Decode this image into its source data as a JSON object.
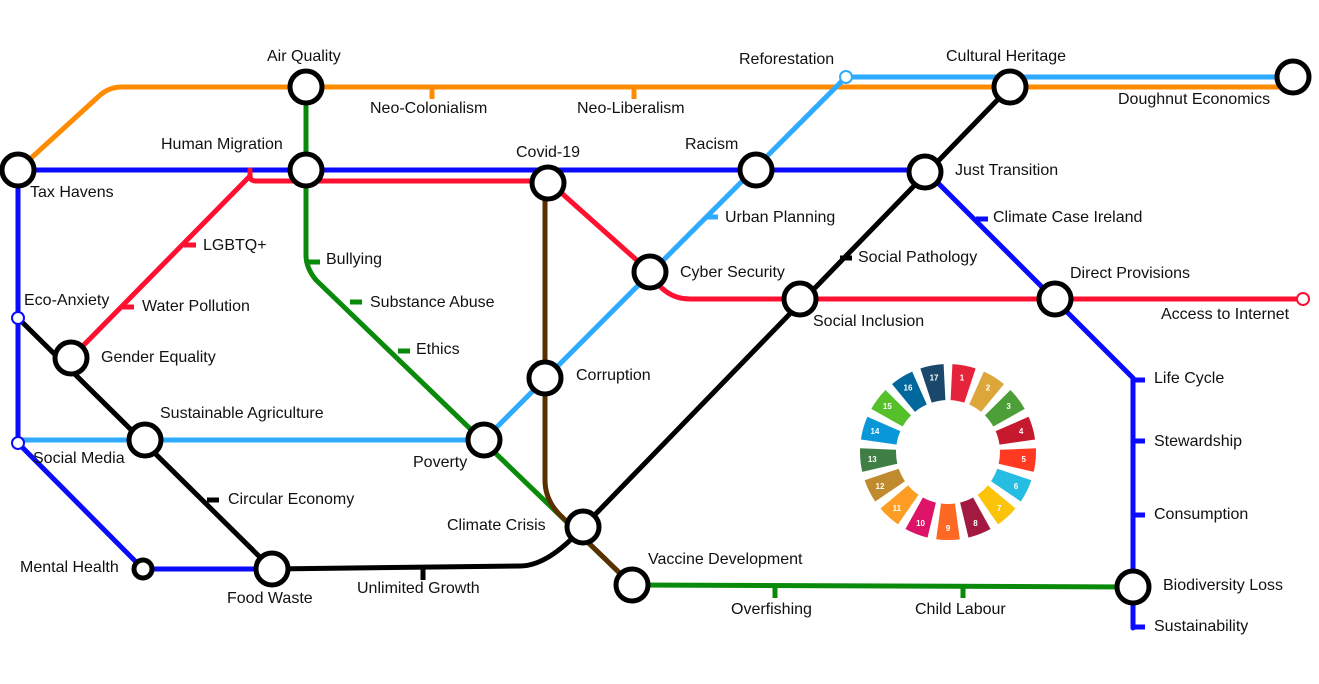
{
  "lines": {
    "orange": "#ff8c00",
    "blue": "#0a0aff",
    "red": "#ff1030",
    "green": "#0a8a0a",
    "black": "#000000",
    "lightblue": "#2eaaff",
    "brown": "#5a3000"
  },
  "stations": {
    "air_quality": "Air Quality",
    "reforestation": "Reforestation",
    "cultural_heritage": "Cultural Heritage",
    "doughnut_economics": "Doughnut Economics",
    "neo_colonialism": "Neo-Colonialism",
    "neo_liberalism": "Neo-Liberalism",
    "human_migration": "Human Migration",
    "covid19": "Covid-19",
    "racism": "Racism",
    "tax_havens": "Tax Havens",
    "just_transition": "Just Transition",
    "urban_planning": "Urban Planning",
    "climate_case_ireland": "Climate Case Ireland",
    "lgbtq": "LGBTQ+",
    "bullying": "Bullying",
    "social_pathology": "Social Pathology",
    "cyber_security": "Cyber Security",
    "direct_provisions": "Direct Provisions",
    "eco_anxiety": "Eco-Anxiety",
    "water_pollution": "Water Pollution",
    "substance_abuse": "Substance Abuse",
    "social_inclusion": "Social Inclusion",
    "access_to_internet": "Access to Internet",
    "ethics": "Ethics",
    "gender_equality": "Gender Equality",
    "corruption": "Corruption",
    "life_cycle": "Life Cycle",
    "sustainable_agriculture": "Sustainable Agriculture",
    "stewardship": "Stewardship",
    "social_media": "Social Media",
    "poverty": "Poverty",
    "circular_economy": "Circular Economy",
    "consumption": "Consumption",
    "climate_crisis": "Climate Crisis",
    "mental_health": "Mental Health",
    "vaccine_development": "Vaccine Development",
    "food_waste": "Food Waste",
    "unlimited_growth": "Unlimited Growth",
    "biodiversity_loss": "Biodiversity Loss",
    "overfishing": "Overfishing",
    "child_labour": "Child Labour",
    "sustainability": "Sustainability"
  },
  "sdg_wheel": {
    "goals": [
      "1",
      "2",
      "3",
      "4",
      "5",
      "6",
      "7",
      "8",
      "9",
      "10",
      "11",
      "12",
      "13",
      "14",
      "15",
      "16",
      "17"
    ],
    "colors": [
      "#e5243b",
      "#dda63a",
      "#4c9f38",
      "#c5192d",
      "#ff3a21",
      "#26bde2",
      "#fcc30b",
      "#a21942",
      "#fd6925",
      "#dd1367",
      "#fd9d24",
      "#bf8b2e",
      "#3f7e44",
      "#0a97d9",
      "#56c02b",
      "#00689d",
      "#19486a"
    ]
  }
}
